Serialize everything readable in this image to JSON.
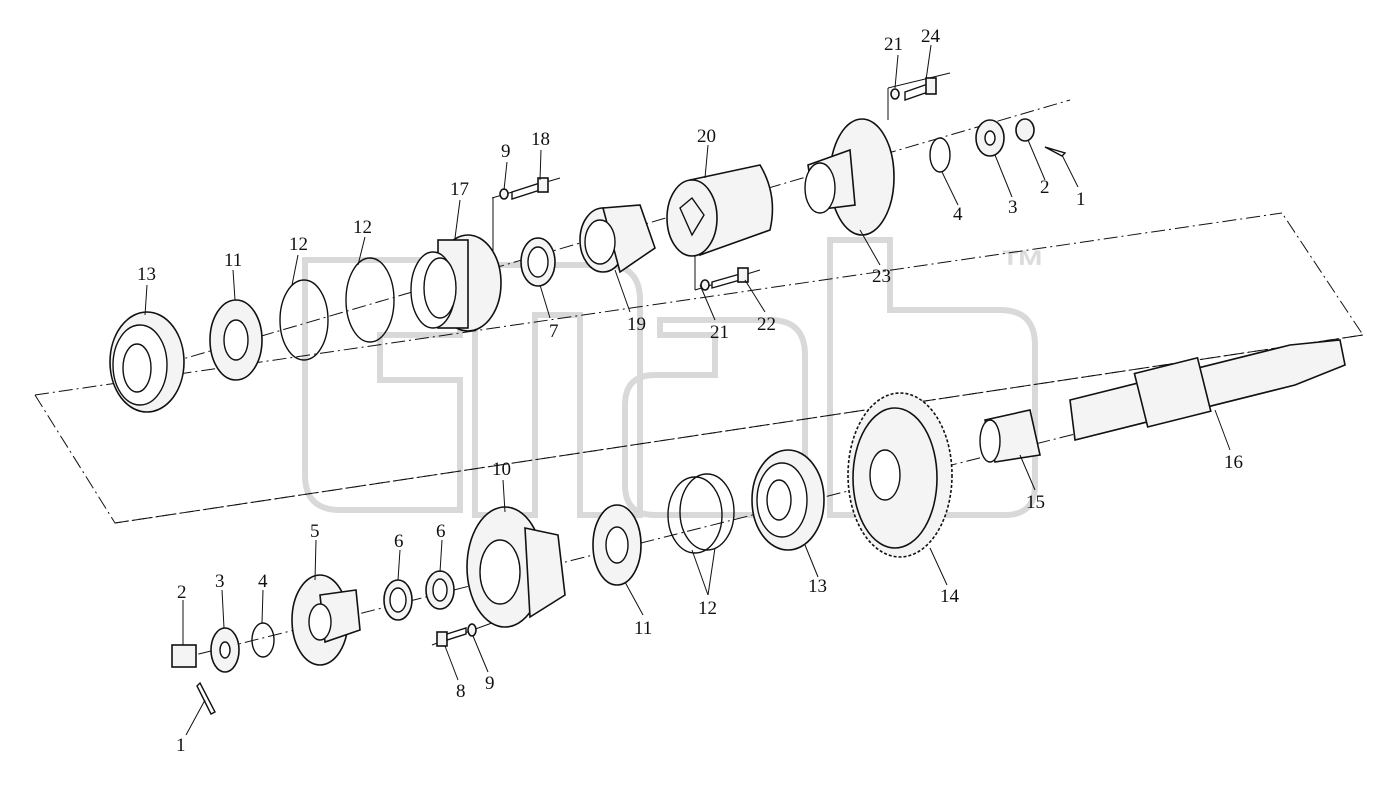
{
  "watermark": {
    "text": "™"
  },
  "callouts": [
    {
      "id": "c-1a",
      "text": "1"
    },
    {
      "id": "c-2a",
      "text": "2"
    },
    {
      "id": "c-3a",
      "text": "3"
    },
    {
      "id": "c-4a",
      "text": "4"
    },
    {
      "id": "c-21a",
      "text": "21"
    },
    {
      "id": "c-24",
      "text": "24"
    },
    {
      "id": "c-23",
      "text": "23"
    },
    {
      "id": "c-20",
      "text": "20"
    },
    {
      "id": "c-19",
      "text": "19"
    },
    {
      "id": "c-21b",
      "text": "21"
    },
    {
      "id": "c-22",
      "text": "22"
    },
    {
      "id": "c-9a",
      "text": "9"
    },
    {
      "id": "c-18",
      "text": "18"
    },
    {
      "id": "c-17",
      "text": "17"
    },
    {
      "id": "c-7",
      "text": "7"
    },
    {
      "id": "c-12a",
      "text": "12"
    },
    {
      "id": "c-12b",
      "text": "12"
    },
    {
      "id": "c-11a",
      "text": "11"
    },
    {
      "id": "c-13a",
      "text": "13"
    },
    {
      "id": "c-16",
      "text": "16"
    },
    {
      "id": "c-15",
      "text": "15"
    },
    {
      "id": "c-14",
      "text": "14"
    },
    {
      "id": "c-13b",
      "text": "13"
    },
    {
      "id": "c-12c",
      "text": "12"
    },
    {
      "id": "c-11b",
      "text": "11"
    },
    {
      "id": "c-10",
      "text": "10"
    },
    {
      "id": "c-6a",
      "text": "6"
    },
    {
      "id": "c-6b",
      "text": "6"
    },
    {
      "id": "c-5",
      "text": "5"
    },
    {
      "id": "c-4b",
      "text": "4"
    },
    {
      "id": "c-3b",
      "text": "3"
    },
    {
      "id": "c-2b",
      "text": "2"
    },
    {
      "id": "c-1b",
      "text": "1"
    },
    {
      "id": "c-8",
      "text": "8"
    },
    {
      "id": "c-9b",
      "text": "9"
    }
  ]
}
